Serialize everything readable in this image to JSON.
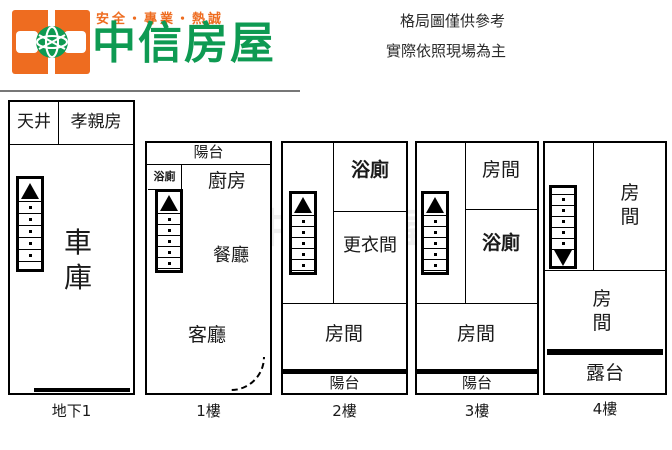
{
  "header": {
    "logo_icon": "globe-logo-icon",
    "slogan": "安全・專業・熱誠",
    "brand": "中信房屋",
    "brand_color": "#0e9a52",
    "logo_color": "#ee6c20",
    "disclaimer_line1": "格局圖僅供參考",
    "disclaimer_line2": "實際依照現場為主"
  },
  "watermark": "中信房屋",
  "plans": [
    {
      "caption": "地下1",
      "rooms": [
        {
          "label": "天井"
        },
        {
          "label": "孝親房"
        },
        {
          "label": "車\n庫"
        }
      ],
      "stair": {
        "direction": "up"
      }
    },
    {
      "caption": "1樓",
      "rooms": [
        {
          "label": "陽台"
        },
        {
          "label": "浴廁"
        },
        {
          "label": "廚房"
        },
        {
          "label": "餐廳"
        },
        {
          "label": "客廳"
        }
      ],
      "stair": {
        "direction": "up"
      },
      "door": "door-swing-arc"
    },
    {
      "caption": "2樓",
      "rooms": [
        {
          "label": "浴廁"
        },
        {
          "label": "更衣間"
        },
        {
          "label": "房間"
        },
        {
          "label": "陽台"
        }
      ],
      "stair": {
        "direction": "up"
      }
    },
    {
      "caption": "3樓",
      "rooms": [
        {
          "label": "房間"
        },
        {
          "label": "浴廁"
        },
        {
          "label": "房間"
        },
        {
          "label": "陽台"
        }
      ],
      "stair": {
        "direction": "up"
      }
    },
    {
      "caption": "4樓",
      "rooms": [
        {
          "label": "房\n間"
        },
        {
          "label": "房\n間"
        },
        {
          "label": "露台"
        }
      ],
      "stair": {
        "direction": "down"
      }
    }
  ]
}
